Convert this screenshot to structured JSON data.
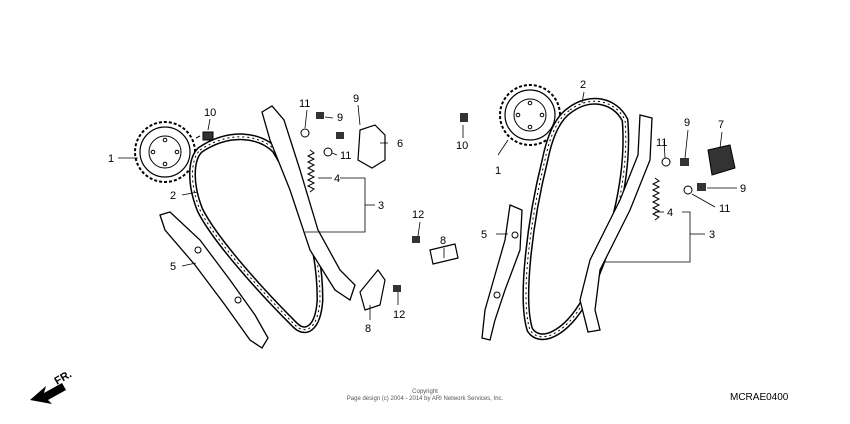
{
  "diagram": {
    "code": "MCRAE0400",
    "copyright_line1": "Copyright",
    "copyright_line2": "Page design (c) 2004 - 2014 by ARI Network Services, Inc.",
    "front_label": "FR.",
    "callouts_left": {
      "c1": "1",
      "c2": "2",
      "c3": "3",
      "c4": "4",
      "c5": "5",
      "c6": "6",
      "c8a": "8",
      "c8b": "8",
      "c9": "9",
      "c10": "10",
      "c11a": "11",
      "c11b": "11",
      "c12a": "12",
      "c12b": "12"
    },
    "callouts_right": {
      "c1": "1",
      "c2": "2",
      "c3": "3",
      "c4": "4",
      "c5": "5",
      "c7": "7",
      "c9a": "9",
      "c9b": "9",
      "c10": "10",
      "c11a": "11",
      "c11b": "11"
    }
  }
}
